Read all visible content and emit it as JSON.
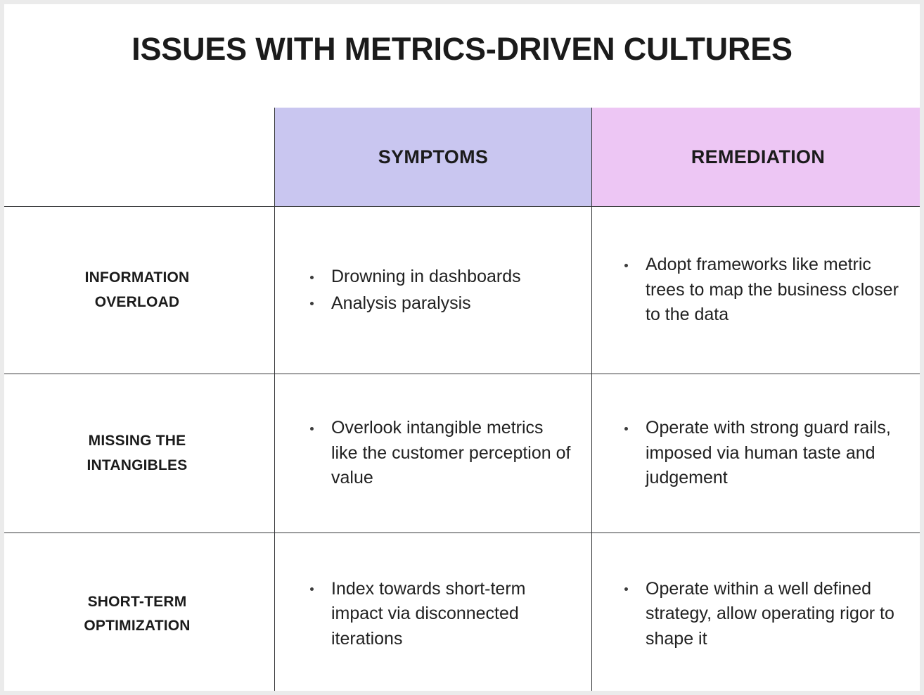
{
  "slide": {
    "title": "ISSUES WITH METRICS-DRIVEN CULTURES"
  },
  "table": {
    "columns": [
      {
        "key": "category",
        "label": "",
        "header_fill": "#ffffff"
      },
      {
        "key": "symptoms",
        "label": "SYMPTOMS",
        "header_fill": "#c9c6f0"
      },
      {
        "key": "remediation",
        "label": "REMEDIATION",
        "header_fill": "#edc6f4"
      }
    ],
    "rows": [
      {
        "category": "INFORMATION OVERLOAD",
        "category_line1": "INFORMATION",
        "category_line2": "OVERLOAD",
        "symptoms": [
          "Drowning in dashboards",
          "Analysis paralysis"
        ],
        "remediation": [
          "Adopt frameworks like metric trees to map the business closer to the data"
        ]
      },
      {
        "category": "MISSING THE INTANGIBLES",
        "category_line1": "MISSING THE",
        "category_line2": "INTANGIBLES",
        "symptoms": [
          "Overlook intangible metrics like the customer perception of value"
        ],
        "remediation": [
          "Operate with strong guard rails, imposed via human taste and judgement"
        ]
      },
      {
        "category": "SHORT-TERM OPTIMIZATION",
        "category_line1": "SHORT-TERM",
        "category_line2": "OPTIMIZATION",
        "symptoms": [
          "Index towards short-term impact via disconnected iterations"
        ],
        "remediation": [
          "Operate within a well defined strategy, allow operating rigor to shape it"
        ]
      }
    ]
  },
  "colors": {
    "background": "#ffffff",
    "text": "#1b1b1b",
    "body_text": "#212121",
    "grid_line": "#37383a",
    "symptoms_header": "#c9c6f0",
    "remediation_header": "#edc6f4",
    "page_frame": "#ebebeb"
  }
}
